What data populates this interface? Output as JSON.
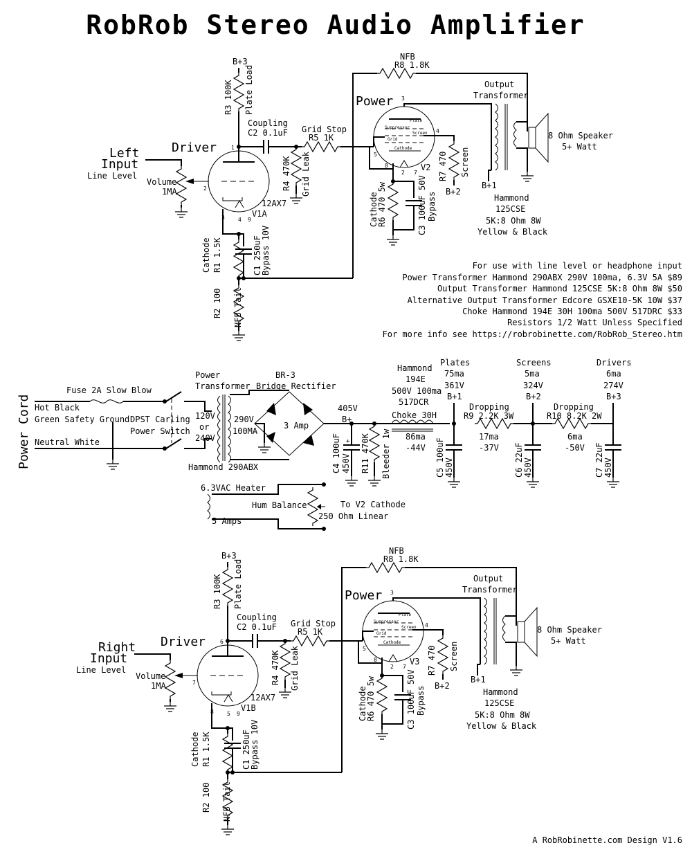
{
  "title": "RobRob Stereo Audio Amplifier",
  "footer": "A RobRobinette.com Design V1.6",
  "notes": [
    "For use with line level or headphone input",
    "Power Transformer Hammond 290ABX 290V 100ma, 6.3V 5A $89",
    "Output Transformer Hammond 125CSE 5K:8 Ohm 8W $50",
    "Alternative Output Transformer Edcore GSXE10-5K 10W $37",
    "Choke Hammond 194E 30H 100ma 500V 517DRC $33",
    "Resistors 1/2 Watt Unless Specified",
    "For more info see https://robrobinette.com/RobRob_Stereo.htm"
  ],
  "left": {
    "input": [
      "Left",
      "Input"
    ],
    "line_level": "Line Level",
    "driver": "Driver",
    "power": "Power",
    "volume": [
      "Volume",
      "1MA"
    ],
    "r3": [
      "R3 100K",
      "Plate Load"
    ],
    "b3": "B+3",
    "coupling": [
      "Coupling",
      "C2 0.1uF"
    ],
    "grid_stop": [
      "Grid Stop",
      "R5 1K"
    ],
    "r4": [
      "R4 470K",
      "Grid Leak"
    ],
    "tube1": [
      "12AX7",
      "V1A"
    ],
    "pins1": [
      "1",
      "2",
      "3",
      "4",
      "9"
    ],
    "r1": [
      "Cathode",
      "R1 1.5K"
    ],
    "c1": [
      "C1 250uF",
      "Bypass 10V"
    ],
    "r2": [
      "R2 100",
      "NFB Tail"
    ],
    "nfb": [
      "NFB",
      "R8 1.8K"
    ],
    "v2": "V2",
    "pins2": [
      "3",
      "4",
      "5",
      "8",
      "2",
      "7"
    ],
    "tube2_labels": [
      "Plate",
      "Suppressor",
      "Screen",
      "Grid",
      "Cathode"
    ],
    "r7": [
      "R7 470",
      "Screen"
    ],
    "b2": "B+2",
    "b1": "B+1",
    "r6": [
      "Cathode",
      "R6 470 5w"
    ],
    "c3": [
      "C3 100uF 50V",
      "Bypass"
    ],
    "output": [
      "Output",
      "Transformer"
    ],
    "speaker": [
      "8 Ohm Speaker",
      "5+ Watt"
    ],
    "hammond": [
      "Hammond",
      "125CSE",
      "5K:8 Ohm 8W",
      "Yellow & Black"
    ]
  },
  "right": {
    "input": [
      "Right",
      "Input"
    ],
    "line_level": "Line Level",
    "driver": "Driver",
    "power": "Power",
    "volume": [
      "Volume",
      "1MA"
    ],
    "r3": [
      "R3 100K",
      "Plate Load"
    ],
    "b3": "B+3",
    "coupling": [
      "Coupling",
      "C2 0.1uF"
    ],
    "grid_stop": [
      "Grid Stop",
      "R5 1K"
    ],
    "r4": [
      "R4 470K",
      "Grid Leak"
    ],
    "tube1": [
      "12AX7",
      "V1B"
    ],
    "pins1": [
      "6",
      "7",
      "8",
      "5",
      "9"
    ],
    "r1": [
      "Cathode",
      "R1 1.5K"
    ],
    "c1": [
      "C1 250uF",
      "Bypass 10V"
    ],
    "r2": [
      "R2 100",
      "NFB Tail"
    ],
    "nfb": [
      "NFB",
      "R8 1.8K"
    ],
    "v2": "V3",
    "pins2": [
      "3",
      "4",
      "5",
      "8",
      "2",
      "7"
    ],
    "tube2_labels": [
      "Plate",
      "Suppressor",
      "Screen",
      "Grid",
      "Cathode"
    ],
    "r7": [
      "R7 470",
      "Screen"
    ],
    "b2": "B+2",
    "b1": "B+1",
    "r6": [
      "Cathode",
      "R6 470 5w"
    ],
    "c3": [
      "C3 100uF 50V",
      "Bypass"
    ],
    "output": [
      "Output",
      "Transformer"
    ],
    "speaker": [
      "8 Ohm Speaker",
      "5+ Watt"
    ],
    "hammond": [
      "Hammond",
      "125CSE",
      "5K:8 Ohm 8W",
      "Yellow & Black"
    ]
  },
  "psu": {
    "power_cord": "Power Cord",
    "fuse": "Fuse 2A Slow Blow",
    "hot": "Hot Black",
    "ground": "Green Safety Ground",
    "neutral": "Neutral White",
    "switch": [
      "DPST Carling",
      "Power Switch"
    ],
    "pt": [
      "Power",
      "Transformer"
    ],
    "pt_primary": [
      "120V",
      "or",
      "240V"
    ],
    "pt_secondary": [
      "290V",
      "100MA"
    ],
    "pt_model": "Hammond 290ABX",
    "bridge": [
      "BR-3",
      "Bridge Rectifier"
    ],
    "amp": "3 Amp",
    "bplus": [
      "405V",
      "B+"
    ],
    "c4": [
      "C4 100uF",
      "450V"
    ],
    "r11": [
      "R11 470K",
      "Bleeder 1w"
    ],
    "choke": [
      "Hammond",
      "194E",
      "500V 100ma",
      "517DCR",
      "Choke 30H",
      "86ma",
      "-44V"
    ],
    "plates": [
      "Plates",
      "75ma",
      "361V",
      "B+1"
    ],
    "screens": [
      "Screens",
      "5ma",
      "324V",
      "B+2"
    ],
    "drivers": [
      "Drivers",
      "6ma",
      "274V",
      "B+3"
    ],
    "r9": [
      "Dropping",
      "R9 2.2K 3W",
      "17ma",
      "-37V"
    ],
    "r10": [
      "Dropping",
      "R10 8.2K 2W",
      "6ma",
      "-50V"
    ],
    "c5": [
      "C5 100uF",
      "450V"
    ],
    "c6": [
      "C6 22uF",
      "450V"
    ],
    "c7": [
      "C7 22uF",
      "450V"
    ],
    "heater": [
      "6.3VAC Heater",
      "5 Amps"
    ],
    "hum": [
      "Hum Balance",
      "250 Ohm Linear",
      "To V2 Cathode"
    ]
  }
}
